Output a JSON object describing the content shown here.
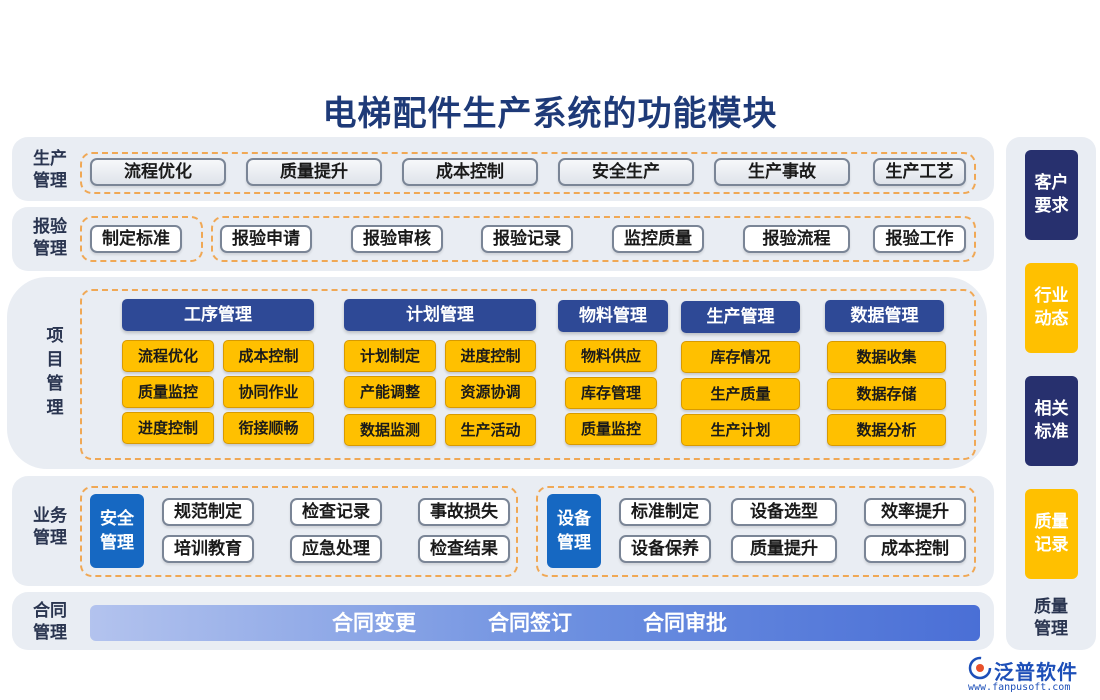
{
  "title": "电梯配件生产系统的功能模块",
  "rows": {
    "production": {
      "label_line1": "生产",
      "label_line2": "管理",
      "items": [
        "流程优化",
        "质量提升",
        "成本控制",
        "安全生产",
        "生产事故",
        "生产工艺"
      ]
    },
    "inspection": {
      "label_line1": "报验",
      "label_line2": "管理",
      "group1": [
        "制定标准"
      ],
      "group2": [
        "报验申请",
        "报验审核",
        "报验记录",
        "监控质量",
        "报验流程",
        "报验工作"
      ]
    },
    "project": {
      "label_chars": [
        "项",
        "目",
        "管",
        "理"
      ],
      "modules": [
        {
          "header": "工序管理",
          "items": [
            "流程优化",
            "成本控制",
            "质量监控",
            "协同作业",
            "进度控制",
            "衔接顺畅"
          ]
        },
        {
          "header": "计划管理",
          "items": [
            "计划制定",
            "进度控制",
            "产能调整",
            "资源协调",
            "数据监测",
            "生产活动"
          ]
        },
        {
          "header": "物料管理",
          "items": [
            "物料供应",
            "库存管理",
            "质量监控"
          ]
        },
        {
          "header": "生产管理",
          "items": [
            "库存情况",
            "生产质量",
            "生产计划"
          ]
        },
        {
          "header": "数据管理",
          "items": [
            "数据收集",
            "数据存储",
            "数据分析"
          ]
        }
      ]
    },
    "business": {
      "label_line1": "业务",
      "label_line2": "管理",
      "safety": {
        "title_line1": "安全",
        "title_line2": "管理",
        "items": [
          "规范制定",
          "检查记录",
          "事故损失",
          "培训教育",
          "应急处理",
          "检查结果"
        ]
      },
      "equipment": {
        "title_line1": "设备",
        "title_line2": "管理",
        "items": [
          "标准制定",
          "设备选型",
          "效率提升",
          "设备保养",
          "质量提升",
          "成本控制"
        ]
      }
    },
    "contract": {
      "label_line1": "合同",
      "label_line2": "管理",
      "items": [
        "合同变更",
        "合同签订",
        "合同审批"
      ]
    }
  },
  "side": {
    "boxes": [
      {
        "line1": "客户",
        "line2": "要求",
        "color": "#27306e"
      },
      {
        "line1": "行业",
        "line2": "动态",
        "color": "#ffc000"
      },
      {
        "line1": "相关",
        "line2": "标准",
        "color": "#27306e"
      },
      {
        "line1": "质量",
        "line2": "记录",
        "color": "#ffc000"
      }
    ],
    "label_line1": "质量",
    "label_line2": "管理"
  },
  "logo": {
    "name": "泛普软件",
    "url": "www.fanpusoft.com"
  }
}
